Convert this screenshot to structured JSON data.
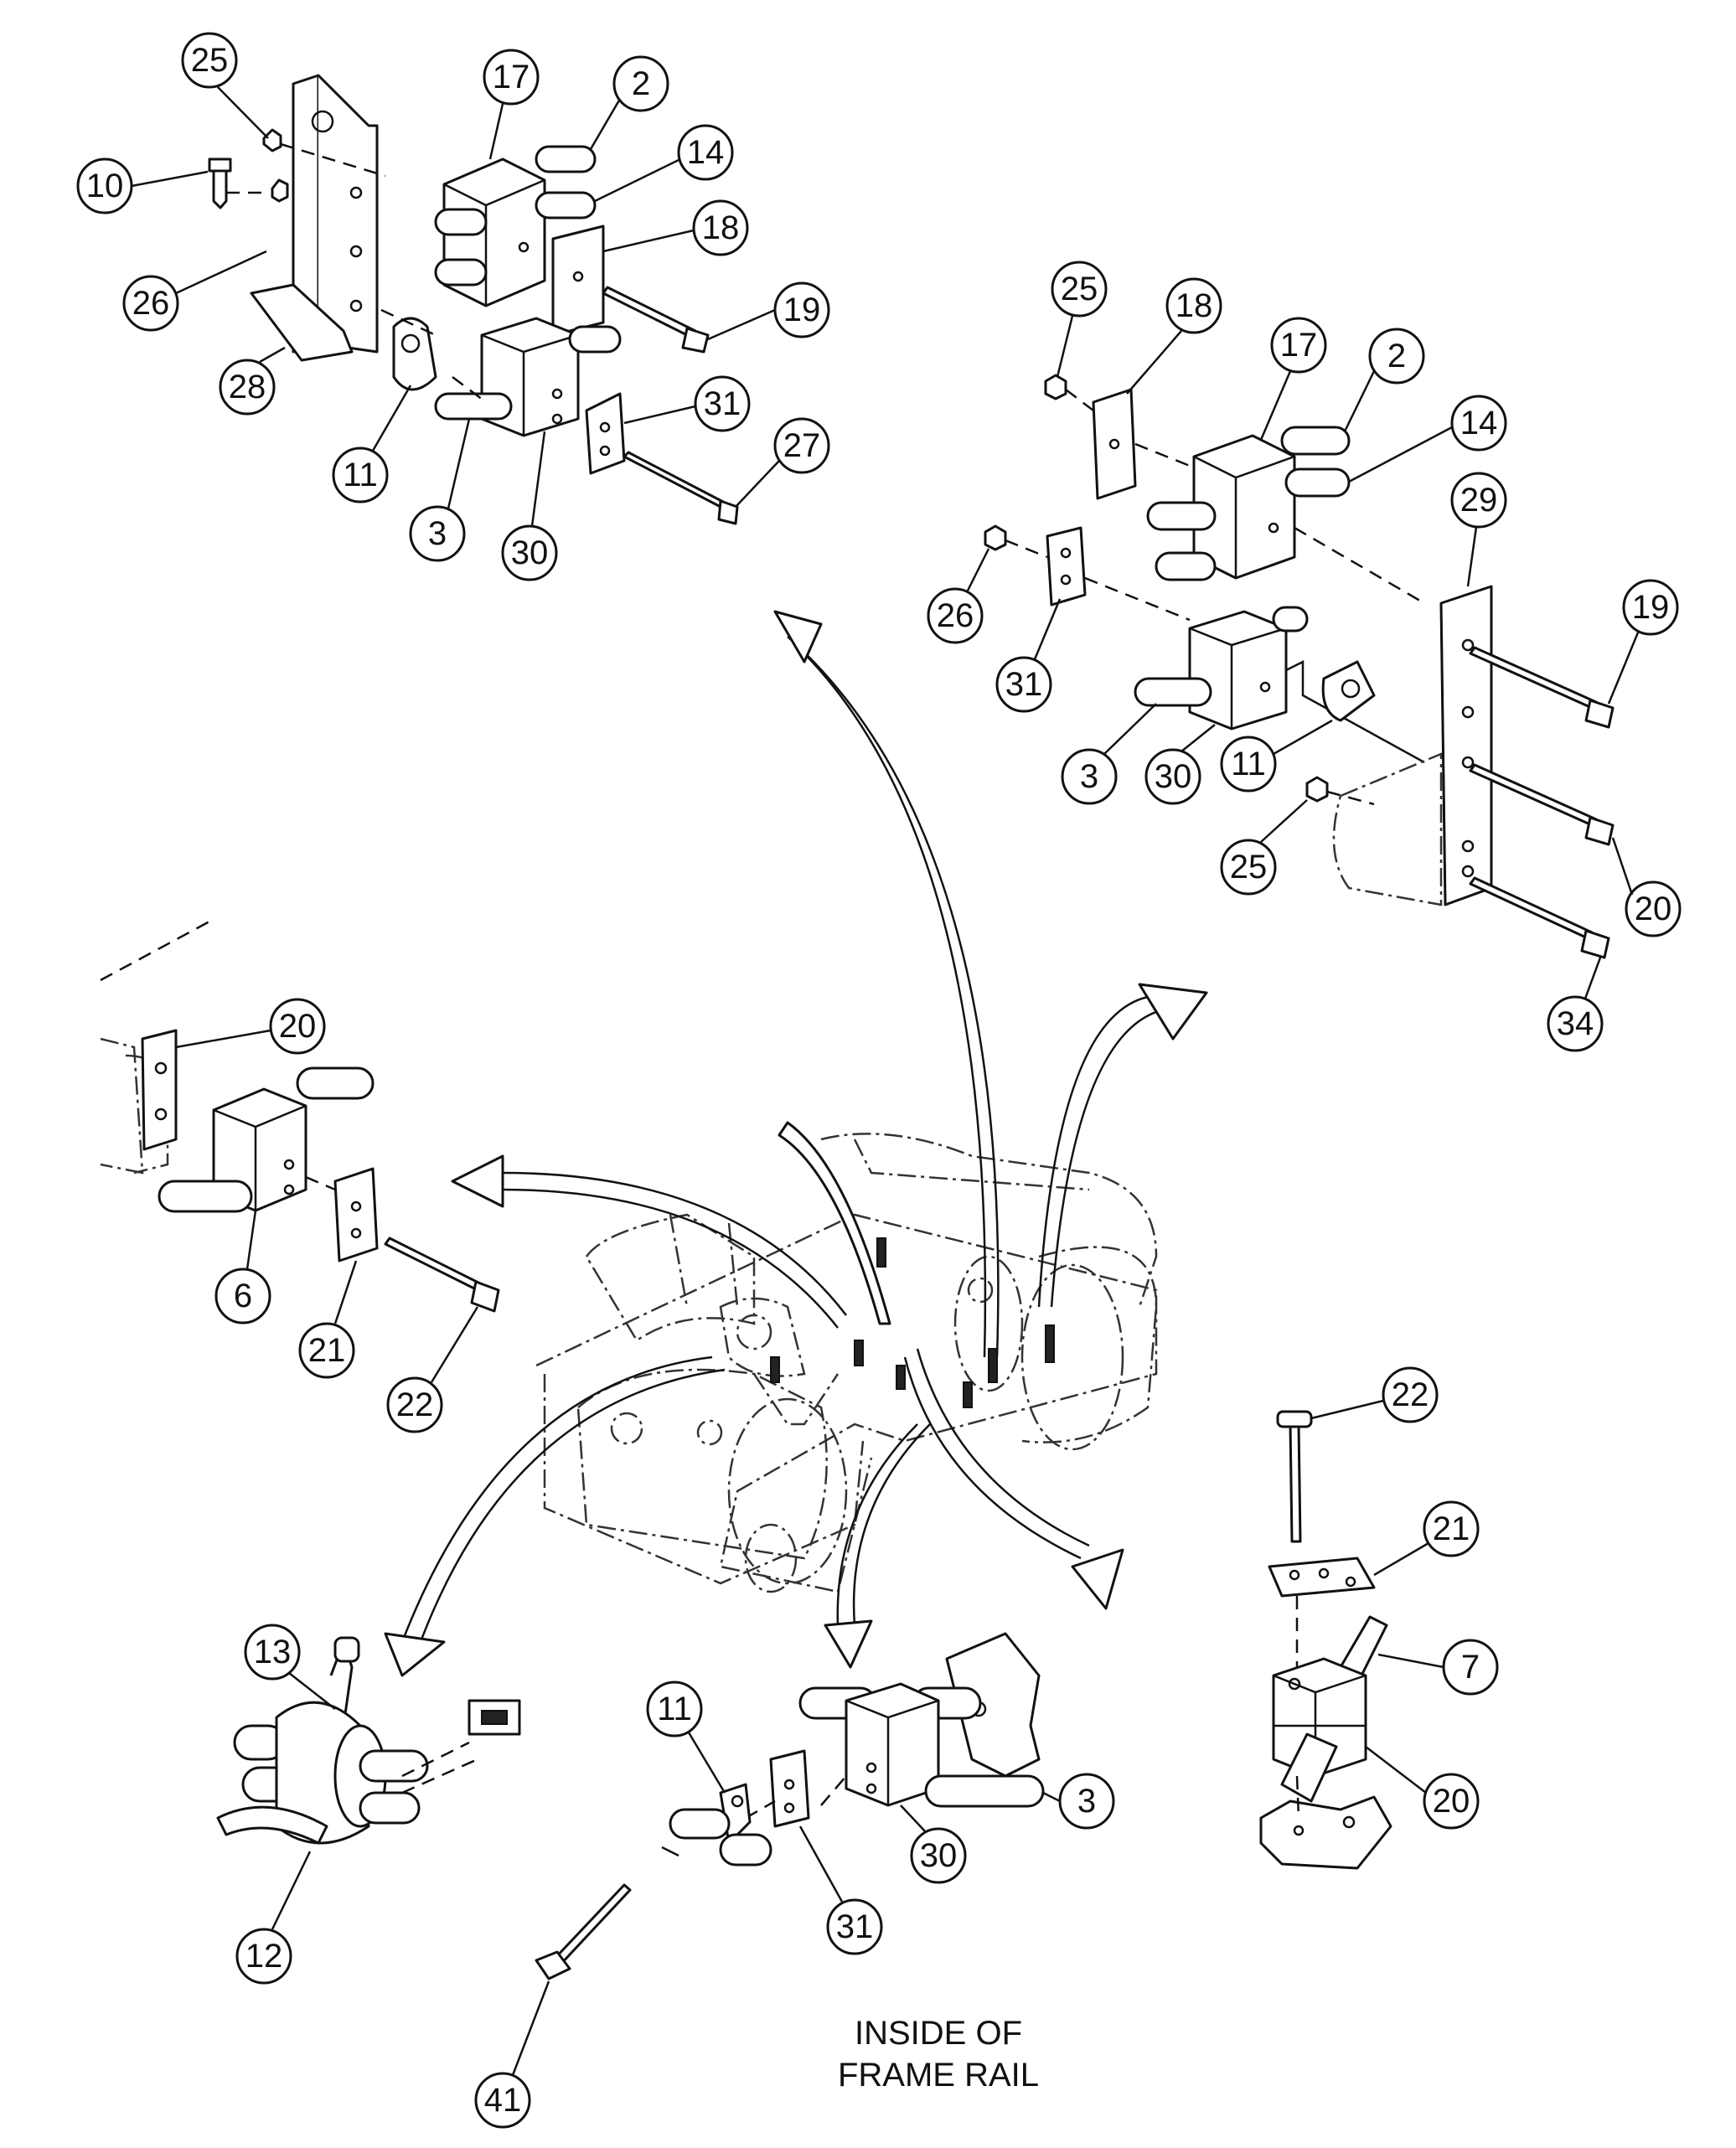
{
  "caption": {
    "line1": "INSIDE OF",
    "line2": "FRAME RAIL"
  },
  "callouts": {
    "tl": [
      "25",
      "17",
      "2",
      "14",
      "10",
      "18",
      "26",
      "19",
      "28",
      "31",
      "27",
      "11",
      "3",
      "30"
    ],
    "tr": [
      "25",
      "18",
      "17",
      "2",
      "14",
      "29",
      "26",
      "19",
      "31",
      "3",
      "30",
      "11",
      "25",
      "20",
      "34"
    ],
    "ml": [
      "20",
      "6",
      "21",
      "22"
    ],
    "br": [
      "22",
      "21",
      "7",
      "20"
    ],
    "bm": [
      "13",
      "11",
      "3",
      "30",
      "31",
      "12",
      "41"
    ]
  },
  "colors": {
    "ink": "#111111",
    "paper": "#ffffff"
  }
}
